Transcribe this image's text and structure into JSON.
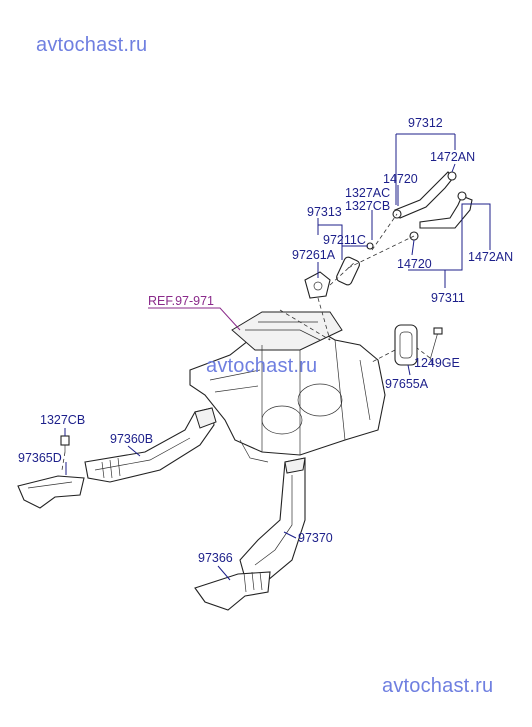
{
  "watermark": {
    "top": "avtochast.ru",
    "middle": "avtochast.ru",
    "bottom": "avtochast.ru",
    "color": "#6f7fe0"
  },
  "colors": {
    "label": "#1c1f8a",
    "reference": "#8a2a8a"
  },
  "reference": "REF.97-971",
  "labels": {
    "p97312": "97312",
    "p1472an_top": "1472AN",
    "p14720_top": "14720",
    "p1327ac": "1327AC",
    "p1327cb_top": "1327CB",
    "p97313": "97313",
    "p97211c": "97211C",
    "p97261a": "97261A",
    "p14720_bottom": "14720",
    "p1472an_right": "1472AN",
    "p97311": "97311",
    "p1249ge": "1249GE",
    "p97655a": "97655A",
    "p1327cb_left": "1327CB",
    "p97360b": "97360B",
    "p97365d": "97365D",
    "p97370": "97370",
    "p97366": "97366"
  }
}
